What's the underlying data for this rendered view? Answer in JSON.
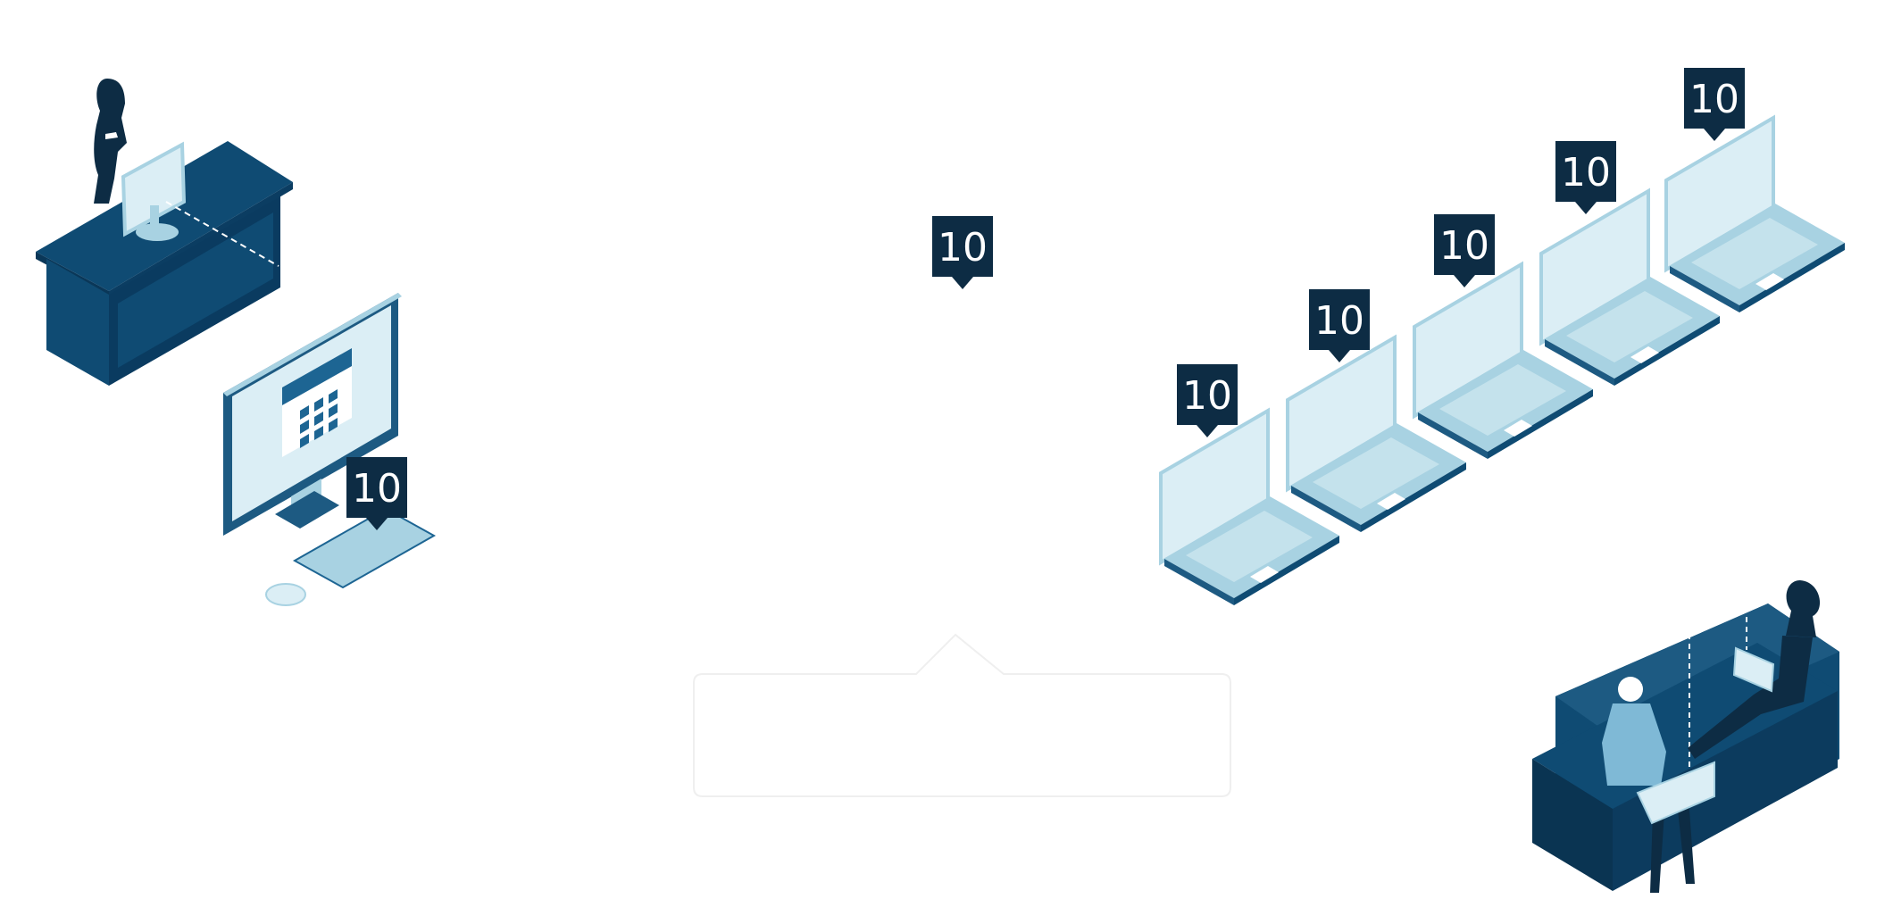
{
  "colors": {
    "navy": "#0d2c44",
    "dark_blue": "#0f4b73",
    "mid_blue": "#1d6593",
    "light_blue": "#a8d2e2",
    "pale_blue": "#dbeef5",
    "background": "#ffffff",
    "tooltip_border": "#efefef"
  },
  "markers": {
    "center": "10",
    "desktop": "10",
    "laptop_1": "10",
    "laptop_2": "10",
    "laptop_3": "10",
    "laptop_4": "10",
    "laptop_5": "10"
  },
  "icons": {
    "reception": "reception-desk-icon",
    "desktop": "desktop-calendar-icon",
    "laptop": "laptop-icon",
    "sofa": "sofa-with-people-icon",
    "marker": "count-marker-icon"
  },
  "tooltip": {
    "content": ""
  }
}
